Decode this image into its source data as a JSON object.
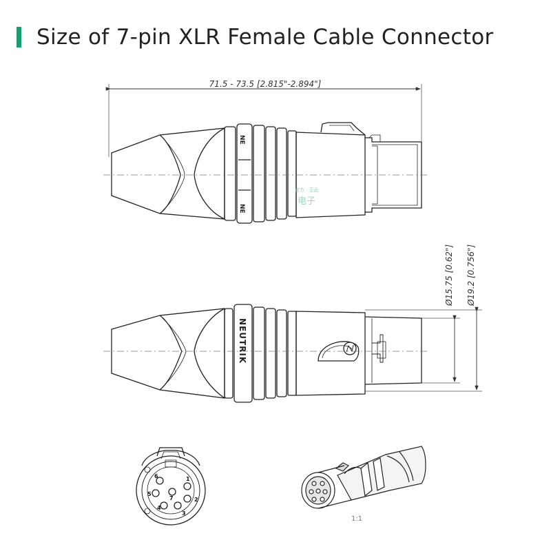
{
  "header": {
    "title": "Size of 7-pin XLR Female Cable Connector",
    "accent_color": "#1a9b74"
  },
  "dimensions": {
    "overall_length": "71.5  -  73.5 [2.815\"-2.894\"]",
    "diameter_inner": "Ø15.75 [0.62\"]",
    "diameter_outer": "Ø19.2 [0.756\"]"
  },
  "branding": {
    "logo_text": "NEUTRIK",
    "side_mark_top": "NE",
    "side_mark_bottom": "NE"
  },
  "pin_face": {
    "pins": [
      "1",
      "2",
      "3",
      "4",
      "5",
      "6",
      "7"
    ]
  },
  "scale_label": "1:1",
  "watermark": {
    "line1": "官方 · 正品",
    "line2": "电子"
  }
}
